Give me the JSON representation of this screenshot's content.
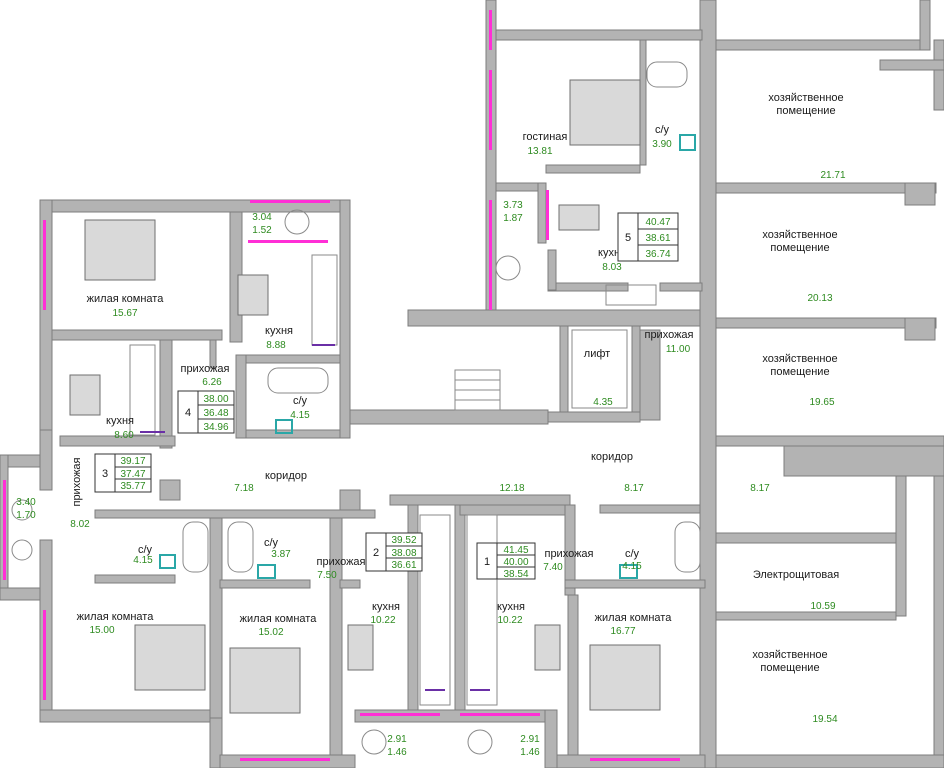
{
  "rooms": [
    {
      "id": "r1",
      "name": "хозяйственное\nпомещение",
      "area": "21.71"
    },
    {
      "id": "r2",
      "name": "хозяйственное\nпомещение",
      "area": "20.13"
    },
    {
      "id": "r3",
      "name": "хозяйственное\nпомещение",
      "area": "19.65"
    },
    {
      "id": "r4",
      "name": "Электрощитовая",
      "area": "10.59"
    },
    {
      "id": "r5",
      "name": "хозяйственное\nпомещение",
      "area": "19.54"
    },
    {
      "id": "r6",
      "name": "гостиная",
      "area": "13.81"
    },
    {
      "id": "r7",
      "name": "с/у",
      "area": "3.90"
    },
    {
      "id": "r8",
      "name": "",
      "area": "3.73\n1.87"
    },
    {
      "id": "r9",
      "name": "кухня",
      "area": "8.03"
    },
    {
      "id": "r10",
      "name": "прихожая",
      "area": "11.00"
    },
    {
      "id": "r11",
      "name": "лифт",
      "area": "4.35"
    },
    {
      "id": "r12",
      "name": "жилая комната",
      "area": "15.67"
    },
    {
      "id": "r13",
      "name": "",
      "area": "3.04\n1.52"
    },
    {
      "id": "r14",
      "name": "кухня",
      "area": "8.88"
    },
    {
      "id": "r15",
      "name": "прихожая",
      "area": "6.26"
    },
    {
      "id": "r16",
      "name": "с/у",
      "area": "4.15"
    },
    {
      "id": "r17",
      "name": "кухня",
      "area": "8.60"
    },
    {
      "id": "r18",
      "name": "коридор",
      "area": "7.18"
    },
    {
      "id": "r19",
      "name": "коридор",
      "area": "12.18"
    },
    {
      "id": "r20",
      "name": "",
      "area": "8.17"
    },
    {
      "id": "r21",
      "name": "",
      "area": "8.17"
    },
    {
      "id": "r22",
      "name": "прихожая",
      "area": "8.02"
    },
    {
      "id": "r23",
      "name": "",
      "area": "3.40\n1.70"
    },
    {
      "id": "r24",
      "name": "с/у",
      "area": "4.15"
    },
    {
      "id": "r25",
      "name": "с/у",
      "area": "3.87"
    },
    {
      "id": "r26",
      "name": "прихожая",
      "area": "7.50"
    },
    {
      "id": "r27",
      "name": "прихожая",
      "area": "7.40"
    },
    {
      "id": "r28",
      "name": "с/у",
      "area": "4.15"
    },
    {
      "id": "r29",
      "name": "жилая комната",
      "area": "15.00"
    },
    {
      "id": "r30",
      "name": "жилая комната",
      "area": "15.02"
    },
    {
      "id": "r31",
      "name": "кухня",
      "area": "10.22"
    },
    {
      "id": "r32",
      "name": "кухня",
      "area": "10.22"
    },
    {
      "id": "r33",
      "name": "жилая комната",
      "area": "16.77"
    },
    {
      "id": "r34",
      "name": "",
      "area": "2.91\n1.46"
    },
    {
      "id": "r35",
      "name": "",
      "area": "2.91\n1.46"
    }
  ],
  "apartments": [
    {
      "id": "a5",
      "number": "5",
      "areas": [
        "40.47",
        "38.61",
        "36.74"
      ]
    },
    {
      "id": "a4",
      "number": "4",
      "areas": [
        "38.00",
        "36.48",
        "34.96"
      ]
    },
    {
      "id": "a3",
      "number": "3",
      "areas": [
        "39.17",
        "37.47",
        "35.77"
      ]
    },
    {
      "id": "a2",
      "number": "2",
      "areas": [
        "39.52",
        "38.08",
        "36.61"
      ]
    },
    {
      "id": "a1",
      "number": "1",
      "areas": [
        "41.45",
        "40.00",
        "38.54"
      ]
    }
  ]
}
